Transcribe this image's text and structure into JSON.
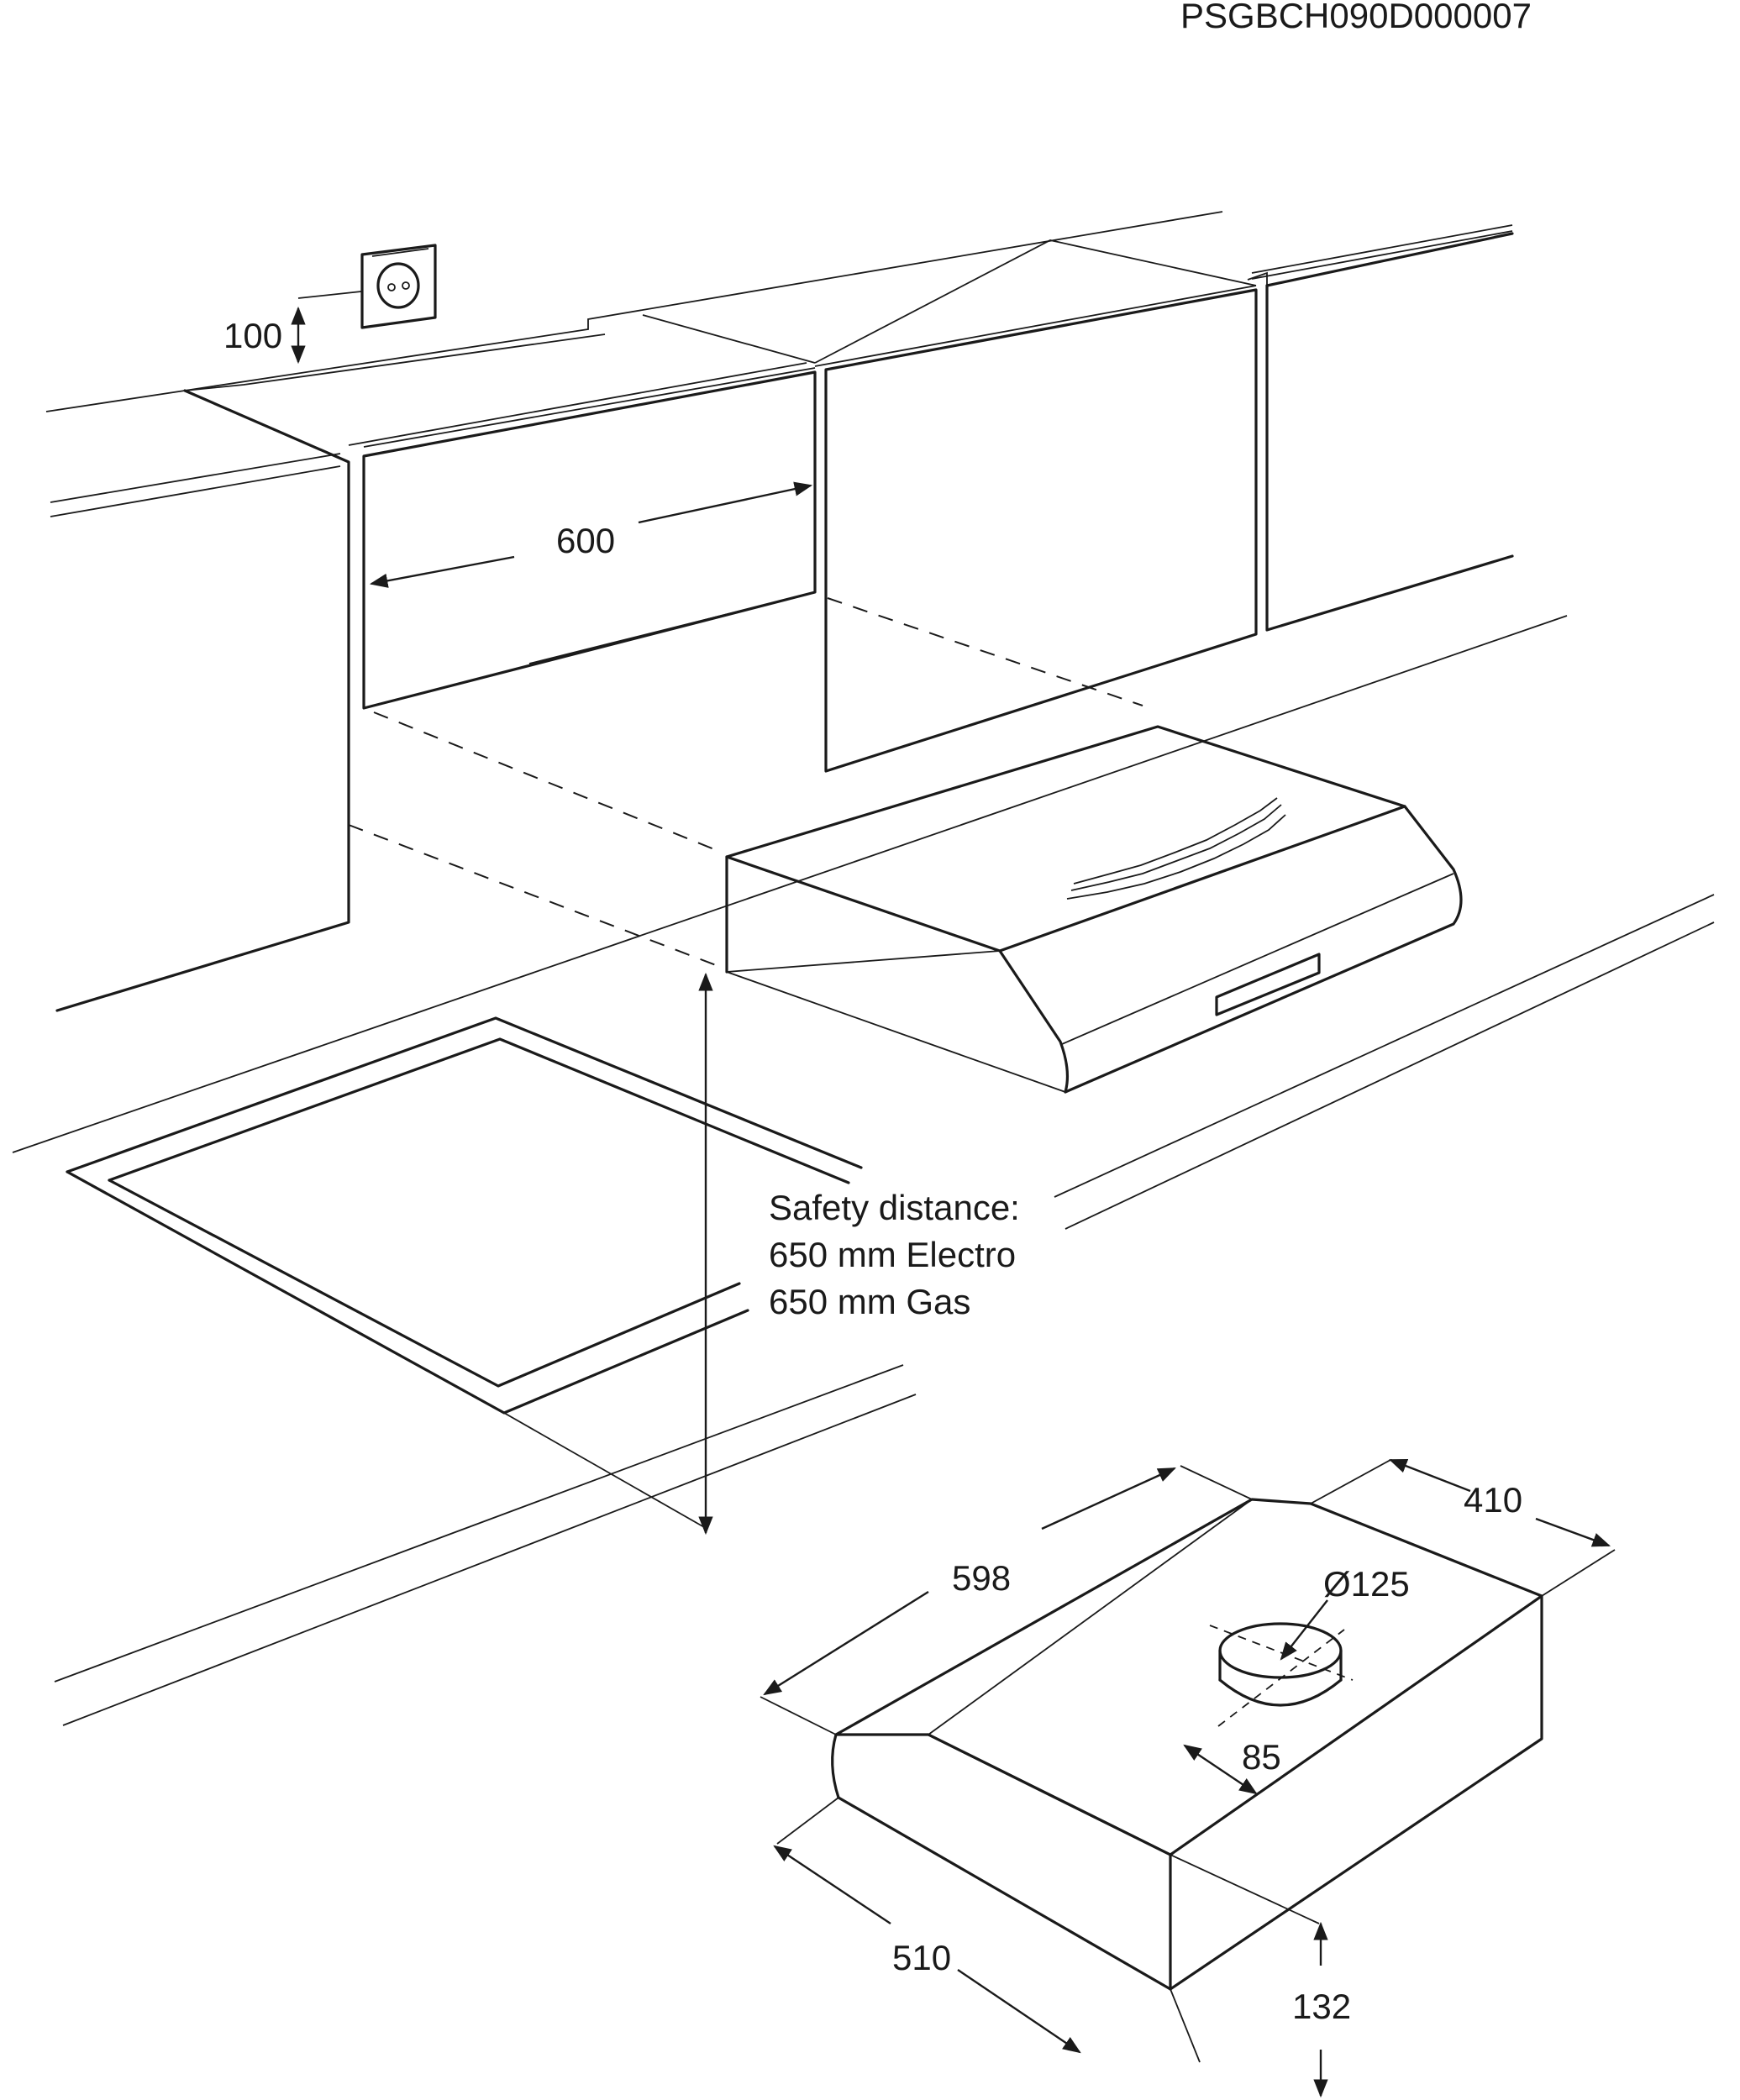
{
  "document": {
    "code": "PSGBCH090D000007"
  },
  "dimensions": {
    "socket_height": "100",
    "cabinet_width": "600",
    "hood_width": "598",
    "hood_depth": "410",
    "outlet_diameter": "Ø125",
    "outlet_offset": "85",
    "hood_length": "510",
    "hood_height": "132"
  },
  "safety": {
    "line1": "Safety distance:",
    "line2": "650 mm Electro",
    "line3": "650 mm Gas"
  }
}
